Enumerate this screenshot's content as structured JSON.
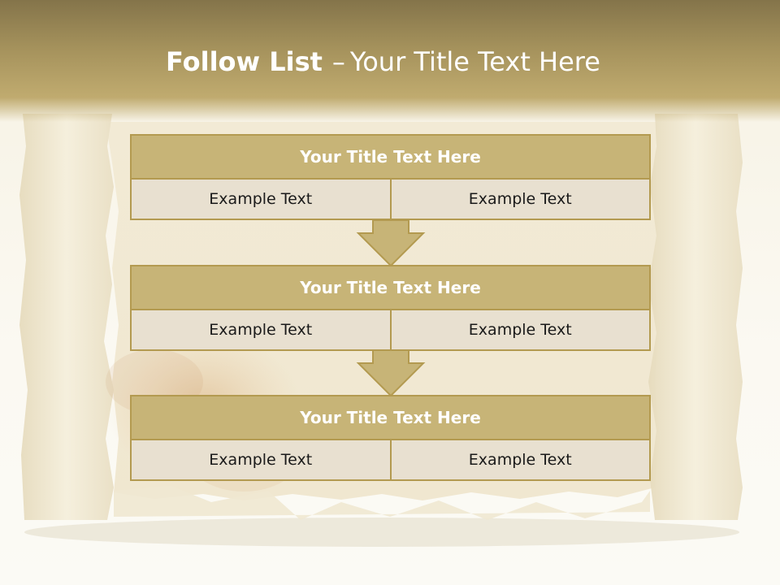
{
  "title": {
    "bold": "Follow List",
    "separator": "–",
    "regular": "Your Title Text Here"
  },
  "blocks": [
    {
      "title": "Your Title Text Here",
      "left": "Example Text",
      "right": "Example Text"
    },
    {
      "title": "Your Title Text Here",
      "left": "Example Text",
      "right": "Example Text"
    },
    {
      "title": "Your Title Text Here",
      "left": "Example Text",
      "right": "Example Text"
    }
  ],
  "colors": {
    "header_top": "#84744a",
    "block_title_fill": "#c7b477",
    "block_border": "#b39a50",
    "cell_fill": "#e8e0d0",
    "arrow_fill": "#c7b477",
    "parchment": "#f3ecd8"
  }
}
